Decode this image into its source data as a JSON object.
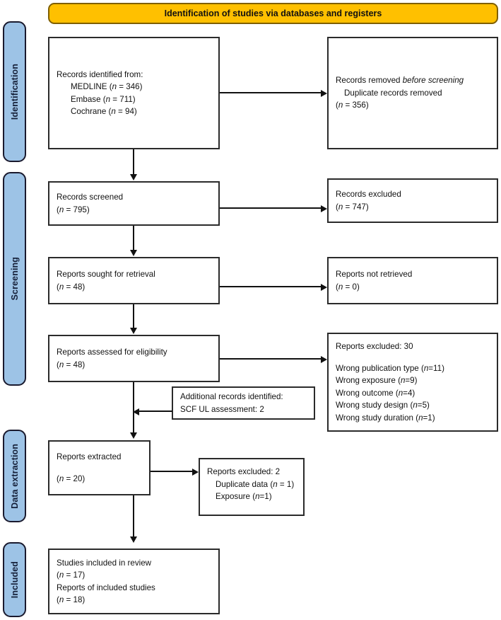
{
  "banner": {
    "text": "Identification of studies via databases and registers",
    "fill_color": "#ffc000",
    "border_color": "#7f5f00"
  },
  "stages": [
    {
      "key": "identification",
      "label": "Identification"
    },
    {
      "key": "screening",
      "label": "Screening"
    },
    {
      "key": "data_extraction",
      "label": "Data extraction"
    },
    {
      "key": "included",
      "label": "Included"
    }
  ],
  "stage_style": {
    "fill_color": "#9dc3e6",
    "border_color": "#1a1a2e"
  },
  "boxes": {
    "records_identified": {
      "lines": [
        {
          "text": "Records identified from:",
          "indent": false
        },
        {
          "text": "MEDLINE (n = 346)",
          "indent": true,
          "italic_token": "n"
        },
        {
          "text": "Embase (n = 711)",
          "indent": true,
          "italic_token": "n"
        },
        {
          "text": "Cochrane (n = 94)",
          "indent": true,
          "italic_token": "n"
        }
      ]
    },
    "records_removed": {
      "lines": [
        {
          "text": "Records removed before screening",
          "italic_tail": "before screening"
        },
        {
          "text": "Duplicate records removed",
          "indent": true
        },
        {
          "text": "(n = 356)",
          "italic_token": "n"
        }
      ]
    },
    "records_screened": {
      "lines": [
        {
          "text": "Records screened"
        },
        {
          "text": "(n = 795)",
          "italic_token": "n"
        }
      ]
    },
    "records_excluded": {
      "lines": [
        {
          "text": "Records excluded"
        },
        {
          "text": "(n = 747)",
          "italic_token": "n"
        }
      ]
    },
    "reports_sought": {
      "lines": [
        {
          "text": "Reports sought for retrieval"
        },
        {
          "text": "(n = 48)",
          "italic_token": "n"
        }
      ]
    },
    "reports_not_retrieved": {
      "lines": [
        {
          "text": "Reports not retrieved"
        },
        {
          "text": "(n = 0)",
          "italic_token": "n"
        }
      ]
    },
    "reports_assessed": {
      "lines": [
        {
          "text": "Reports assessed for eligibility"
        },
        {
          "text": "(n = 48)",
          "italic_token": "n"
        }
      ]
    },
    "reports_excluded_30": {
      "title": "Reports excluded: 30",
      "reasons": [
        "Wrong publication type (n=11)",
        "Wrong exposure (n=9)",
        "Wrong outcome (n=4)",
        "Wrong study design (n=5)",
        "Wrong study duration (n=1)"
      ]
    },
    "additional_records": {
      "lines": [
        {
          "text": "Additional records identified:"
        },
        {
          "text": "SCF UL assessment: 2"
        }
      ]
    },
    "reports_extracted": {
      "lines": [
        {
          "text": "Reports extracted"
        },
        {
          "text": "(n = 20)",
          "italic_token": "n",
          "gap": true
        }
      ]
    },
    "reports_excluded_2": {
      "lines": [
        {
          "text": "Reports excluded: 2"
        },
        {
          "text": "Duplicate data (n = 1)",
          "indent": true,
          "italic_token": "n"
        },
        {
          "text": "Exposure (n=1)",
          "indent": true,
          "italic_token": "n"
        }
      ]
    },
    "studies_included": {
      "lines": [
        {
          "text": "Studies included in review"
        },
        {
          "text": "(n = 17)",
          "italic_token": "n"
        },
        {
          "text": "Reports of included studies"
        },
        {
          "text": "(n = 18)",
          "italic_token": "n"
        }
      ]
    }
  },
  "flow_data": {
    "type": "prisma-flow",
    "title": "Identification of studies via databases and registers",
    "counts": {
      "medline": 346,
      "embase": 711,
      "cochrane": 94,
      "duplicates_removed": 356,
      "records_screened": 795,
      "records_excluded": 747,
      "reports_sought": 48,
      "reports_not_retrieved": 0,
      "reports_assessed": 48,
      "reports_excluded_eligibility": 30,
      "wrong_publication_type": 11,
      "wrong_exposure": 9,
      "wrong_outcome": 4,
      "wrong_study_design": 5,
      "wrong_study_duration": 1,
      "additional_records_scf_ul": 2,
      "reports_extracted": 20,
      "reports_excluded_extraction": 2,
      "duplicate_data": 1,
      "exposure": 1,
      "studies_included": 17,
      "reports_included": 18
    }
  }
}
